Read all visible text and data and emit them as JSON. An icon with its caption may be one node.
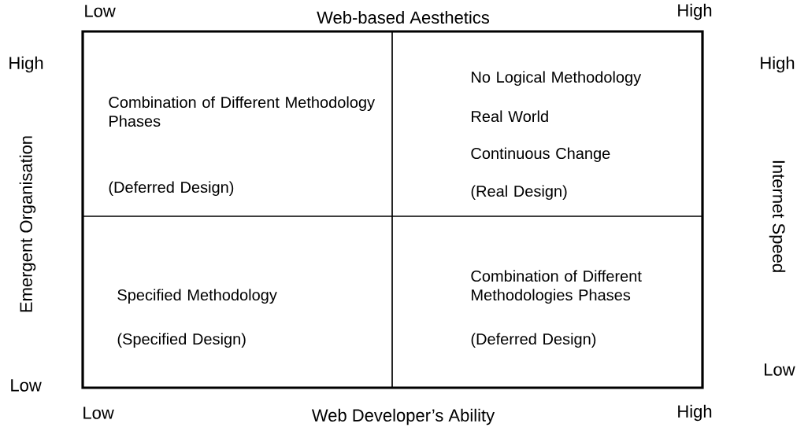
{
  "diagram": {
    "nodes": [
      {
        "text": [
          "Combination of Different Methodology Phases",
          "(Deferred Design)"
        ]
      },
      {
        "text": [
          "No Logical Methodology",
          "Real World",
          "Continuous Change",
          "(Real Design)"
        ]
      },
      {
        "text": [
          "Specified Methodology",
          "(Specified Design)"
        ]
      },
      {
        "text": [
          "Combination of Different Methodologies Phases",
          "(Deferred Design)"
        ]
      }
    ],
    "labels": [
      "Low",
      "Web-based Aesthetics",
      "High",
      "High",
      "High",
      "Emergent Organisation",
      "Internet Speed",
      "Low",
      "Low",
      "Low",
      "Web Developer’s Ability",
      "High"
    ]
  }
}
